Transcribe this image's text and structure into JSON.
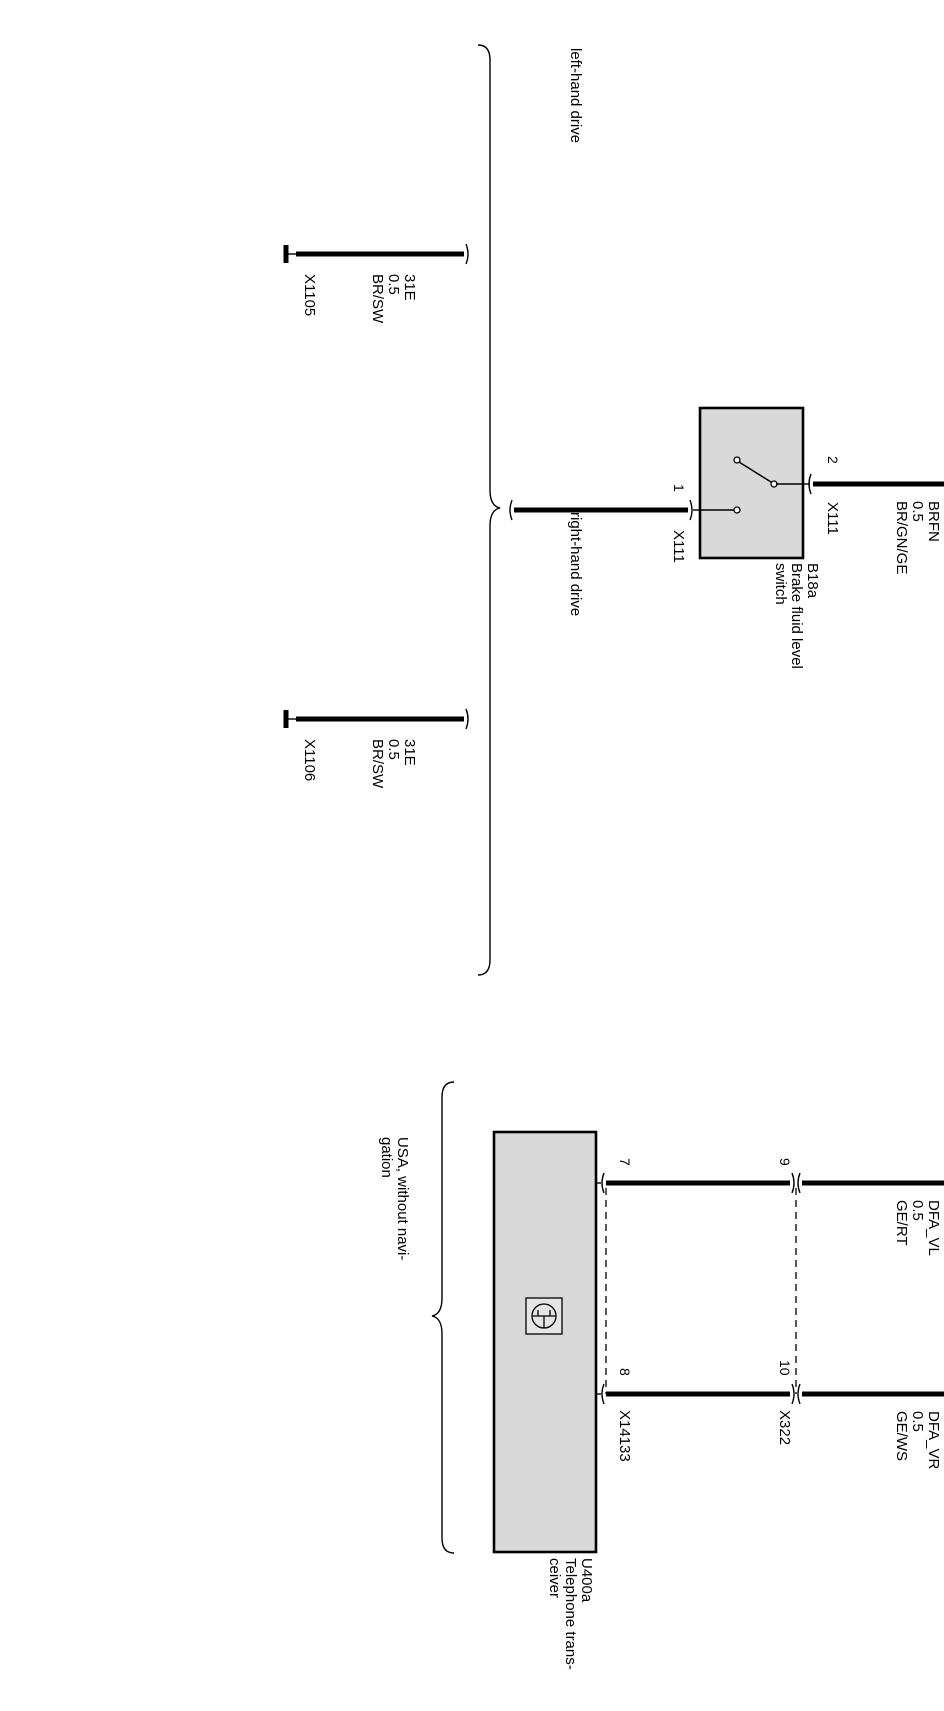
{
  "upper": {
    "variant_left": "left-hand drive",
    "variant_right": "right-hand drive",
    "ground_left": {
      "signal": "31E",
      "size": "0.5",
      "color": "BR/SW",
      "ground": "X1105"
    },
    "ground_right": {
      "signal": "31E",
      "size": "0.5",
      "color": "BR/SW",
      "ground": "X1106"
    },
    "supply": {
      "signal": "BRFN",
      "size": "0.5",
      "color": "BR/GN/GE"
    },
    "connector_top": "X111",
    "connector_bottom": "X111",
    "pin_top": "2",
    "pin_bottom": "1",
    "component_id": "B18a",
    "component_name_1": "Brake fluid level",
    "component_name_2": "switch"
  },
  "lower": {
    "variant_1": "USA, without navi-",
    "variant_2": "gation",
    "wire_left": {
      "signal": "DFA_VL",
      "size": "0.5",
      "color": "GE/RT"
    },
    "wire_right": {
      "signal": "DFA_VR",
      "size": "0.5",
      "color": "GE/WS"
    },
    "pin_top_left": "9",
    "pin_top_right": "10",
    "pin_bottom_left": "7",
    "pin_bottom_right": "8",
    "connector_top": "X322",
    "connector_bottom": "X14133",
    "component_id": "U400a",
    "component_name_1": "Telephone trans-",
    "component_name_2": "ceiver",
    "icon": "telephone-icon"
  }
}
